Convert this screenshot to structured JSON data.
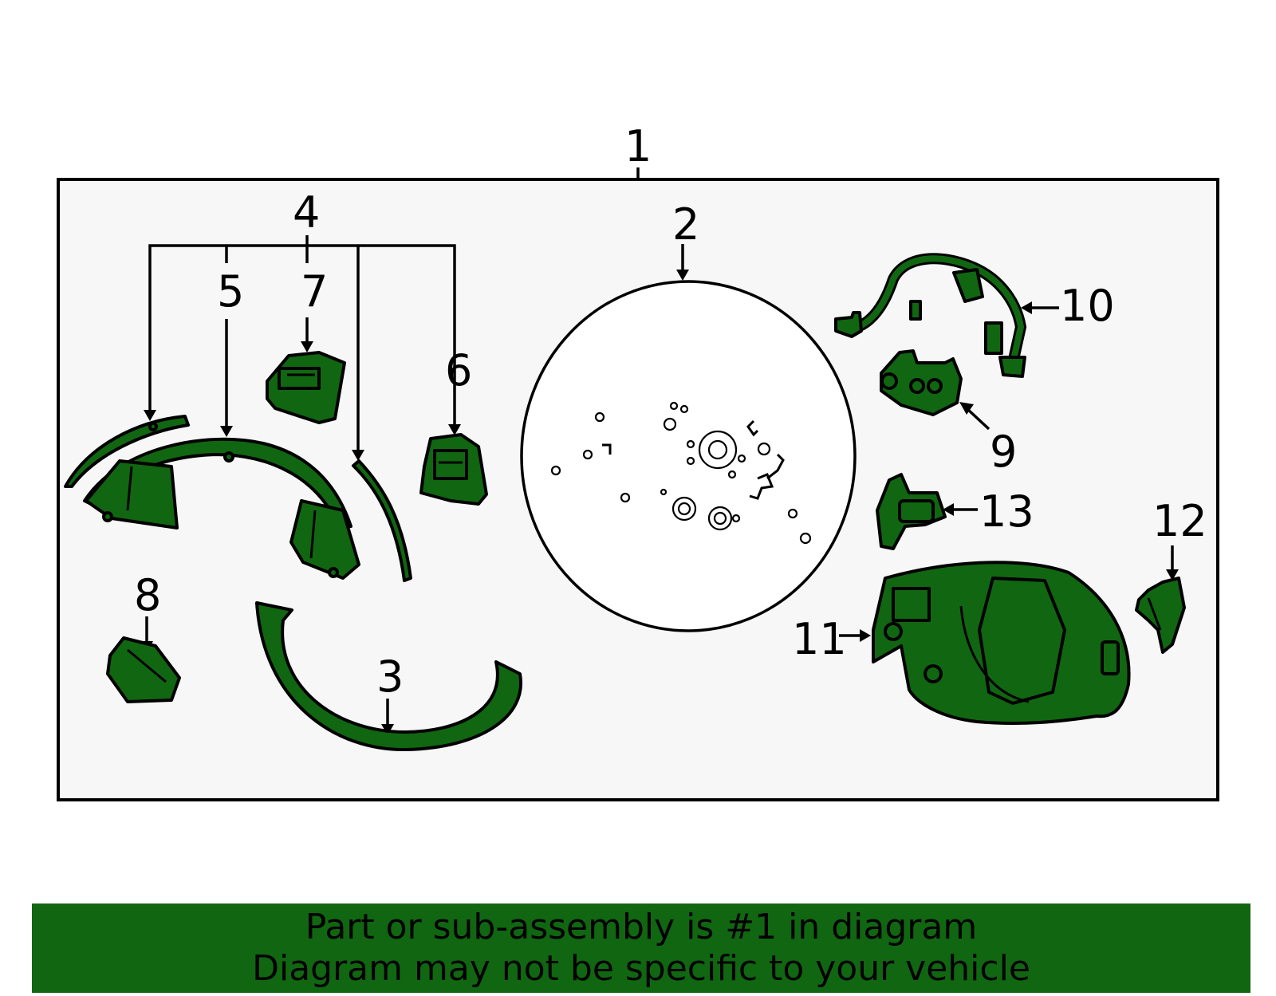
{
  "callouts": {
    "c1": "1",
    "c2": "2",
    "c3": "3",
    "c4": "4",
    "c5": "5",
    "c6": "6",
    "c7": "7",
    "c8": "8",
    "c9": "9",
    "c10": "10",
    "c11": "11",
    "c12": "12",
    "c13": "13"
  },
  "banner": {
    "line1": "Part or sub-assembly is #1 in diagram",
    "line2": "Diagram may not be specific to your vehicle"
  },
  "colors": {
    "part_fill": "#116611",
    "panel_background": "#f7f7f7",
    "banner_background": "#116611"
  }
}
